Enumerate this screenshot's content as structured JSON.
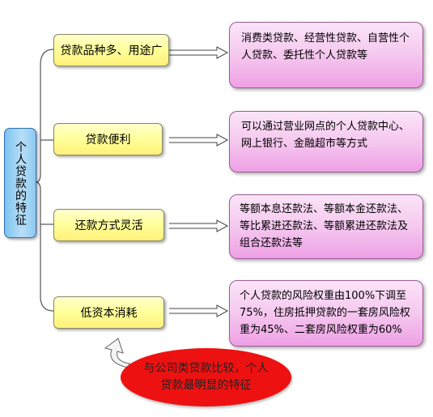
{
  "root": {
    "label": "个人贷款的特征"
  },
  "features": [
    {
      "label": "贷款品种多、用途广",
      "detail": "消费类贷款、经营性贷款、自营性个人贷款、委托性个人贷款等"
    },
    {
      "label": "贷款便利",
      "detail": "可以通过营业网点的个人贷款中心、网上银行、金融超市等方式"
    },
    {
      "label": "还款方式灵活",
      "detail": "等额本息还款法、等额本金还款法、等比累进还款法、等额累进还款法及组合还款法等"
    },
    {
      "label": "低资本消耗",
      "detail": "个人贷款的风险权重由100%下调至75%，住房抵押贷款的一套房风险权重为45%、二套房风险权重为60%"
    }
  ],
  "callout": {
    "text": "与公司类贷款比较，个人贷款最明显的特征"
  },
  "colors": {
    "root_fill": "#b8def7",
    "branch_fill": "#ffff99",
    "detail_fill": "#f5c8ef",
    "callout_fill": "#ee1111"
  }
}
